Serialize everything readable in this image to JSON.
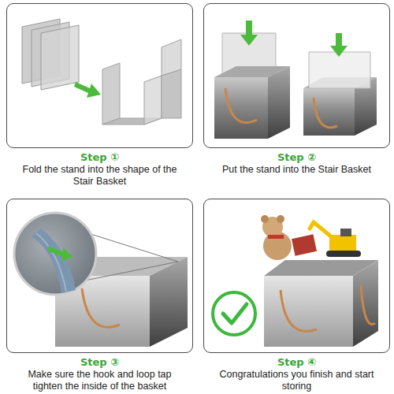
{
  "diagram": {
    "nodes": [
      {
        "text": [
          "Step ①",
          "Fold the stand into the shape of the Stair Basket"
        ]
      },
      {
        "text": [
          "Step ②",
          "Put the stand into the Stair Basket"
        ]
      },
      {
        "text": [
          "Step ③",
          "Make sure the hook and loop tap tighten the inside of the basket"
        ]
      },
      {
        "text": [
          "Step ④",
          "Congratulations you finish and start storing"
        ]
      }
    ]
  }
}
